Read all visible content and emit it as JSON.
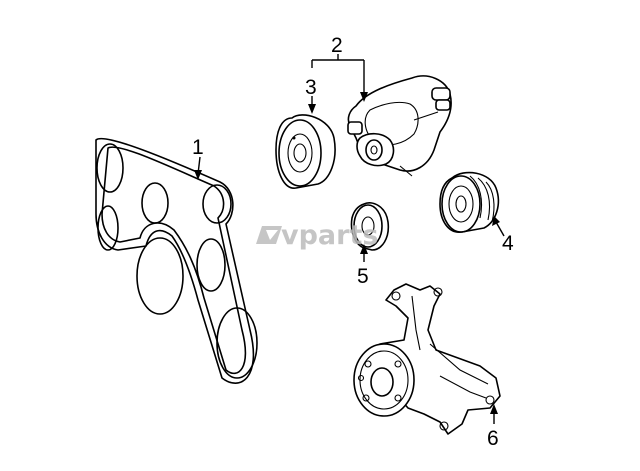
{
  "diagram": {
    "callouts": {
      "belt": "1",
      "tensioner_assembly": "2",
      "idler_pulley": "3",
      "clutch_pulley": "4",
      "small_pulley": "5",
      "water_pump": "6"
    }
  },
  "watermark": {
    "text": "vparts"
  }
}
